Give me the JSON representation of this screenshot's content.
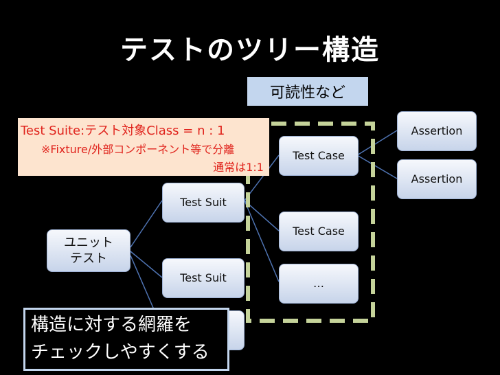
{
  "title": "テストのツリー構造",
  "tree": {
    "root": "ユニットテスト",
    "suits": [
      "Test Suit",
      "Test Suit"
    ],
    "cases": [
      "Test Case",
      "Test Case",
      "…"
    ],
    "assertions": [
      "Assertion",
      "Assertion"
    ]
  },
  "callouts": {
    "readability": "可読性など",
    "suite_note": {
      "line1": "Test Suite:テスト対象Class = n : 1",
      "line2": "※Fixture/外部コンポーネント等で分離",
      "line3": "通常は1:1"
    },
    "coverage": {
      "line1": "構造に対する網羅を",
      "line2": "チェックしやすくする"
    }
  },
  "colors": {
    "background": "#000000",
    "node_fill": "#c7d4ea",
    "note_fill": "#fde4cf",
    "note_text": "#e0231c",
    "dashed_outline": "#c5d39a"
  }
}
